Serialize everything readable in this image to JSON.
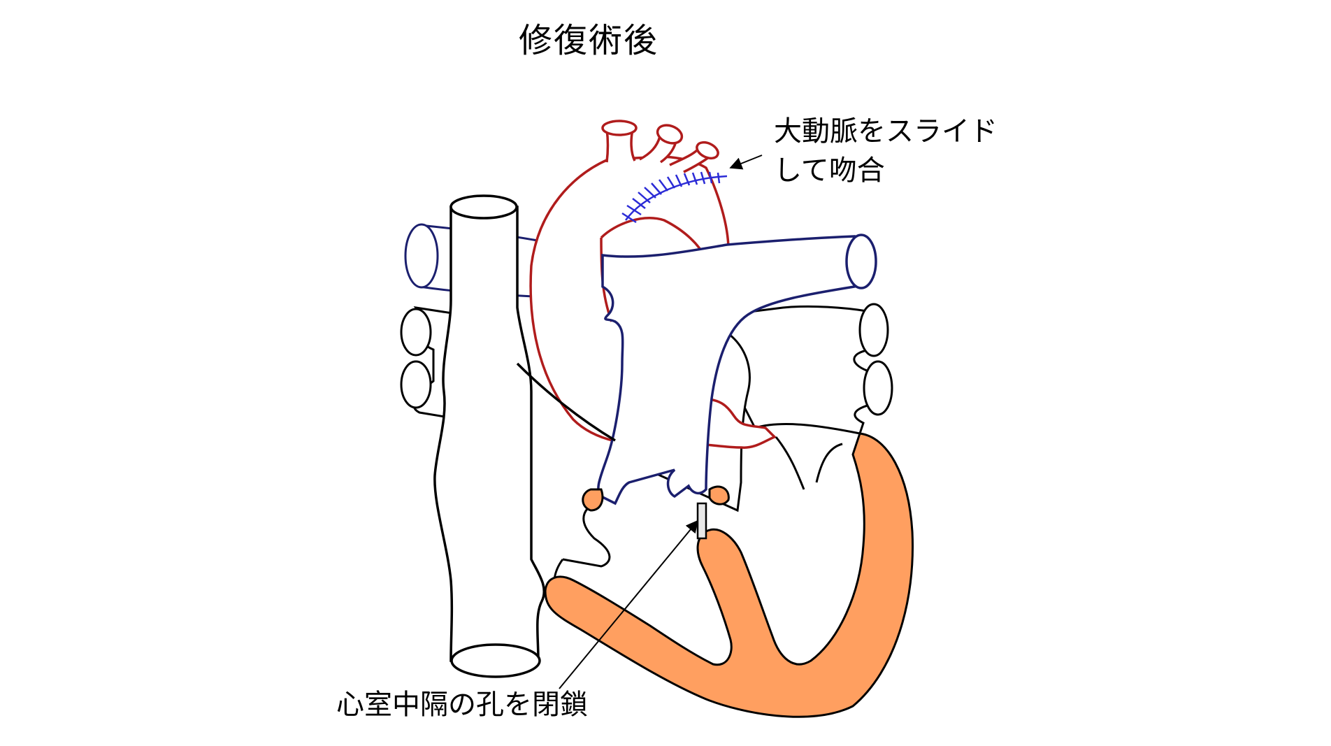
{
  "title": "修復術後",
  "annotations": {
    "aorta_line1": "大動脈をスライド",
    "aorta_line2": "して吻合",
    "vsd": "心室中隔の孔を閉鎖"
  },
  "colors": {
    "outline": "#000000",
    "aorta": "#b01c1c",
    "pulmonary": "#1b1f6e",
    "suture": "#2b2bd6",
    "muscle": "#ff9f60",
    "background": "#ffffff"
  }
}
